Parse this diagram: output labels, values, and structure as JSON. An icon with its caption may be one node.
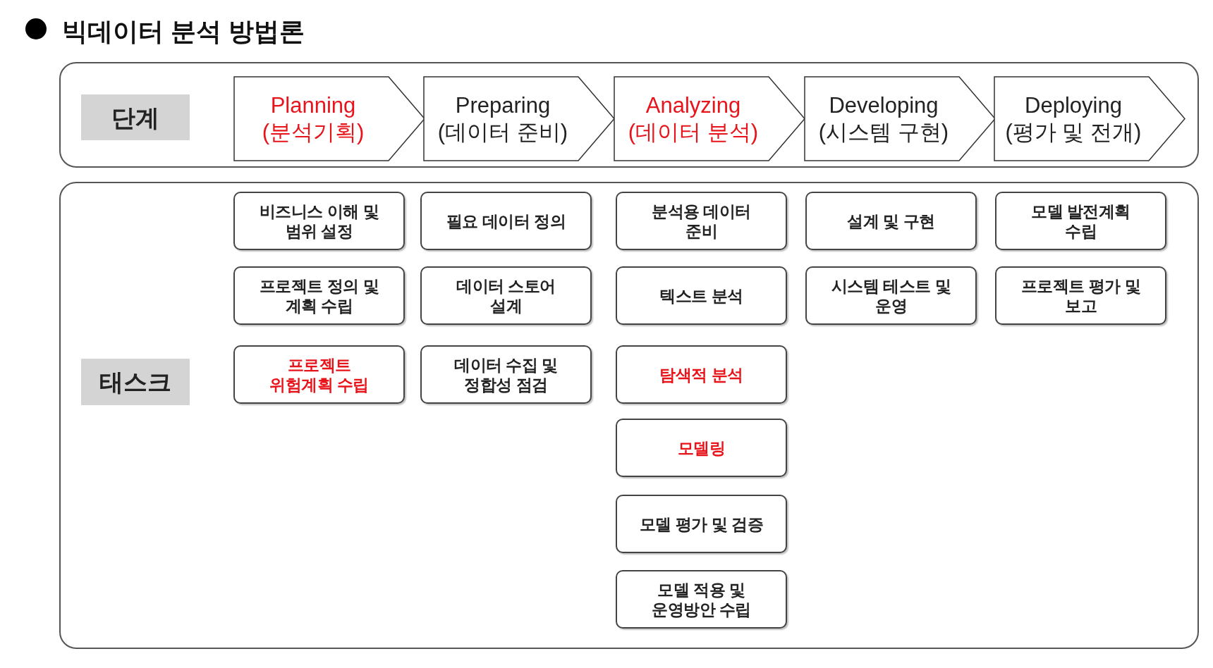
{
  "diagram": {
    "title": "빅데이터 분석 방법론",
    "nodes": [
      {
        "text": [],
        "shape": "box"
      },
      {
        "text": [
          "단계"
        ],
        "in": 0
      },
      {
        "text": [
          "Planning",
          "(분석기획)"
        ],
        "in": 0
      },
      {
        "text": [
          "Preparing",
          "(데이터 준비)"
        ],
        "in": 0
      },
      {
        "text": [
          "Analyzing",
          "(데이터 분석)"
        ],
        "in": 0
      },
      {
        "text": [
          "Developing",
          "(시스템 구현)"
        ],
        "in": 0
      },
      {
        "text": [
          "Deploying",
          "(평가 및 전개)"
        ],
        "in": 0
      },
      {
        "text": [],
        "shape": "box"
      },
      {
        "text": [
          "태스크"
        ],
        "in": 7
      },
      {
        "text": [
          "비즈니스 이해 및 범위 설정"
        ],
        "in": 7
      },
      {
        "text": [
          "프로젝트 정의 및 계획 수립"
        ],
        "in": 7
      },
      {
        "text": [
          "프로젝트 위험계획 수립"
        ],
        "in": 7
      },
      {
        "text": [
          "필요 데이터 정의"
        ],
        "in": 7
      },
      {
        "text": [
          "데이터 스토어 설계"
        ],
        "in": 7
      },
      {
        "text": [
          "데이터 수집 및 정합성 점검"
        ],
        "in": 7
      },
      {
        "text": [
          "분석용 데이터 준비"
        ],
        "in": 7
      },
      {
        "text": [
          "텍스트 분석"
        ],
        "in": 7
      },
      {
        "text": [
          "탐색적 분석"
        ],
        "in": 7
      },
      {
        "text": [
          "모델링"
        ],
        "in": 7
      },
      {
        "text": [
          "모델 평가 및 검증"
        ],
        "in": 7
      },
      {
        "text": [
          "모델 적용 및 운영방안 수립"
        ],
        "in": 7
      },
      {
        "text": [
          "설계 및 구현"
        ],
        "in": 7
      },
      {
        "text": [
          "시스템 테스트 및 운영"
        ],
        "in": 7
      },
      {
        "text": [
          "모델 발전계획 수립"
        ],
        "in": 7
      },
      {
        "text": [
          "프로젝트 평가 및 보고"
        ],
        "in": 7
      }
    ],
    "edges": []
  }
}
